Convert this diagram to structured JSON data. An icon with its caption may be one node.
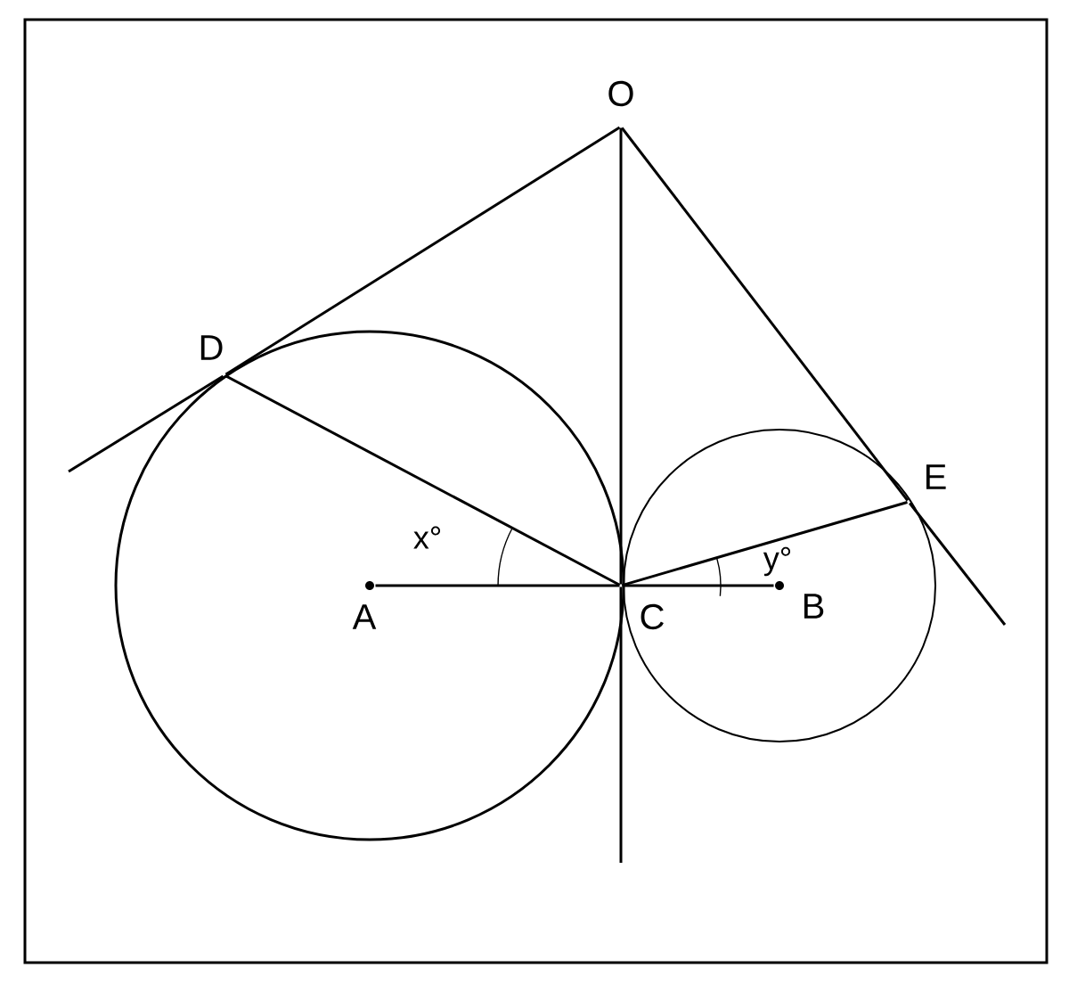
{
  "diagram": {
    "nodes": [
      {
        "text": [
          "O"
        ]
      },
      {
        "text": [
          "D"
        ]
      },
      {
        "text": [
          "E"
        ]
      },
      {
        "text": [
          "A"
        ]
      },
      {
        "text": [
          "C"
        ]
      },
      {
        "text": [
          "B"
        ]
      }
    ],
    "edges": [
      {
        "from": 0,
        "to": 1,
        "arrow": "none"
      },
      {
        "from": 0,
        "to": 2,
        "arrow": "none"
      },
      {
        "from": 0,
        "to": 4,
        "arrow": "none"
      },
      {
        "from": 1,
        "to": 4,
        "arrow": "none"
      },
      {
        "from": 4,
        "to": 2,
        "arrow": "none"
      },
      {
        "from": 3,
        "to": 4,
        "arrow": "none"
      },
      {
        "from": 4,
        "to": 5,
        "arrow": "none"
      }
    ],
    "labels": [
      "x°",
      "y°"
    ]
  }
}
